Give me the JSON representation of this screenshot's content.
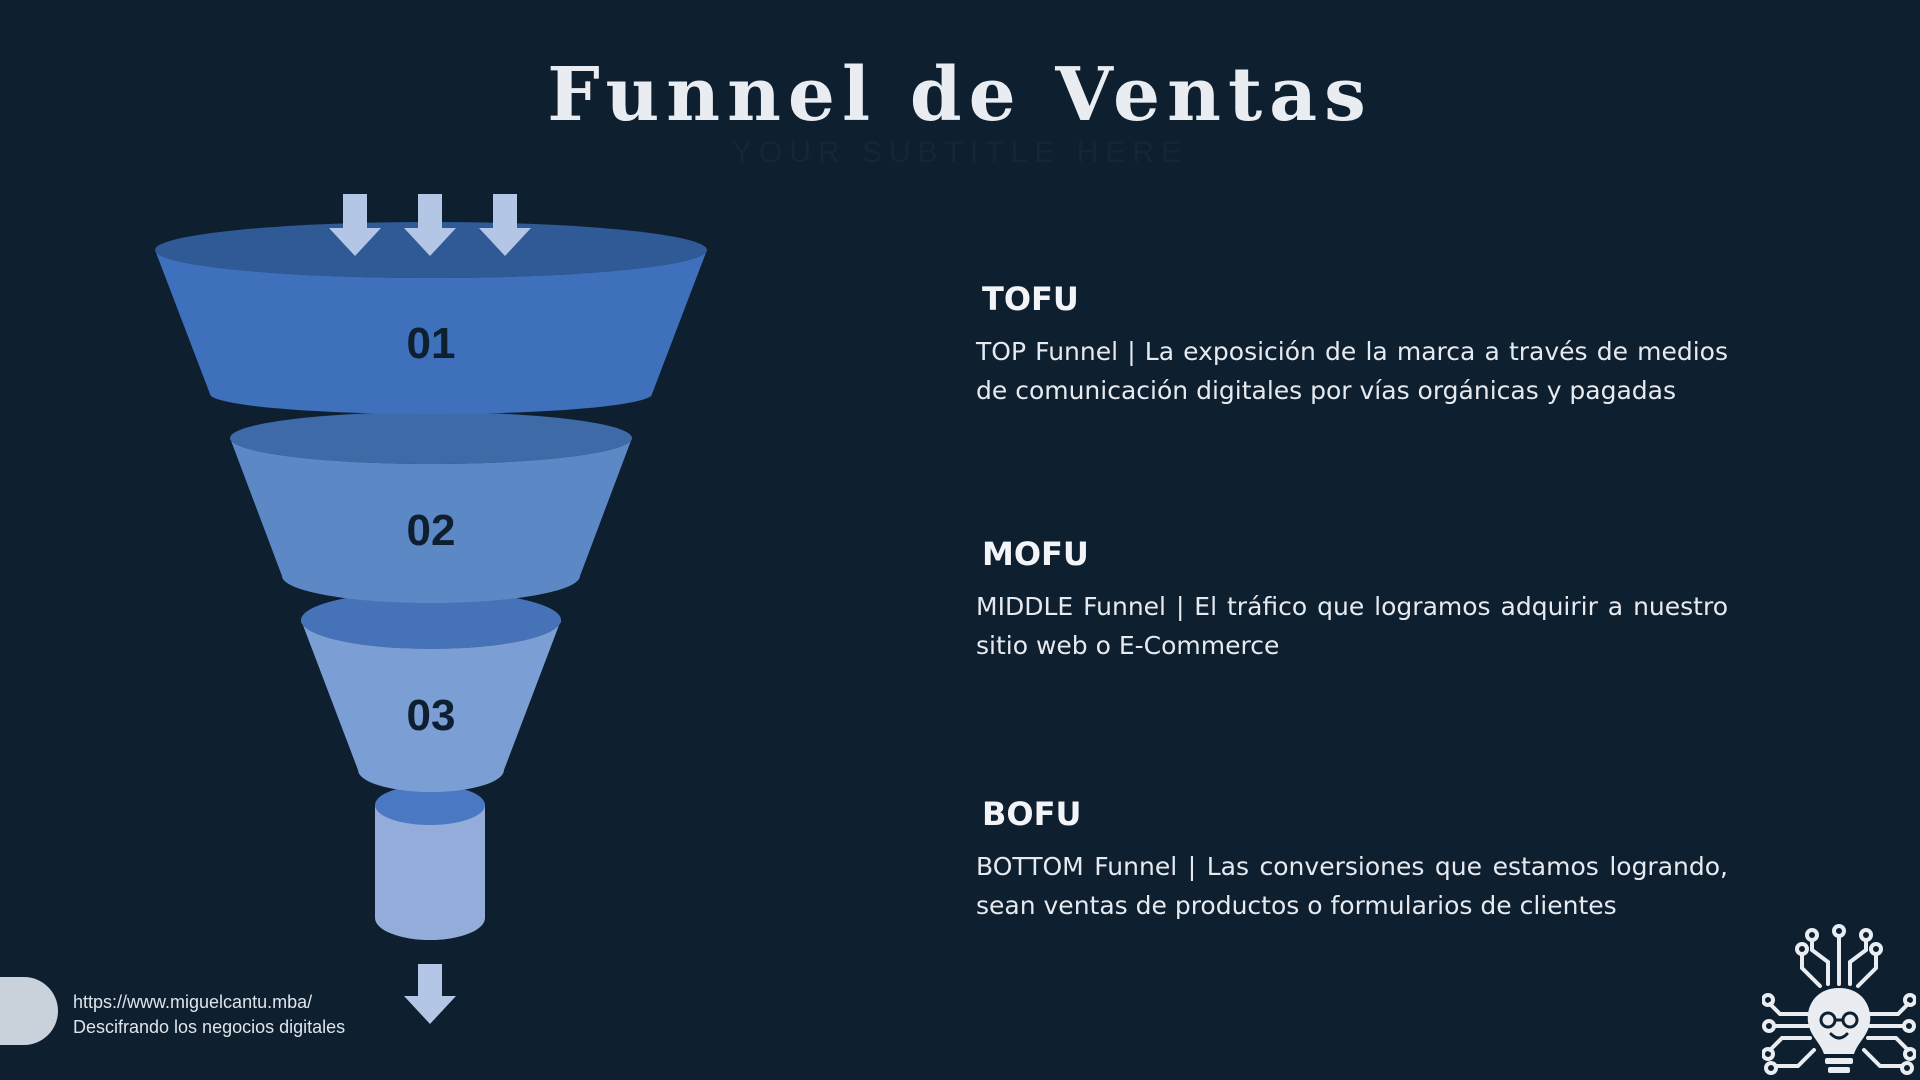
{
  "title": "Funnel de Ventas",
  "subtitle": "YOUR SUBTITLE HERE",
  "colors": {
    "background": "#0e1f30",
    "stage1_body": "#3f70bc",
    "stage1_top": "#2f5a95",
    "stage2_body": "#5c88c6",
    "stage2_top": "#3e6aa8",
    "stage3_body": "#7b9ed4",
    "stage3_top": "#4672b8",
    "neck_body": "#93acd9",
    "neck_top": "#4b78c2",
    "arrows": "#b3c6e6"
  },
  "funnel": {
    "input_arrows": 3,
    "output_arrows": 1,
    "levels": [
      {
        "number": "01"
      },
      {
        "number": "02"
      },
      {
        "number": "03"
      }
    ]
  },
  "stages": [
    {
      "heading": "TOFU",
      "description": "TOP Funnel | La exposición de la marca a través de medios de comunicación digitales por vías orgánicas y pagadas"
    },
    {
      "heading": "MOFU",
      "description": "MIDDLE Funnel | El tráfico que logramos adquirir a nuestro sitio web o E-Commerce"
    },
    {
      "heading": "BOFU",
      "description": "BOTTOM Funnel | Las conversiones que estamos logrando, sean ventas de productos o formularios de clientes"
    }
  ],
  "footer": {
    "url": "https://www.miguelcantu.mba/",
    "tagline": "Descifrando los negocios digitales"
  },
  "logo_icon": "lightbulb-circuit-icon"
}
